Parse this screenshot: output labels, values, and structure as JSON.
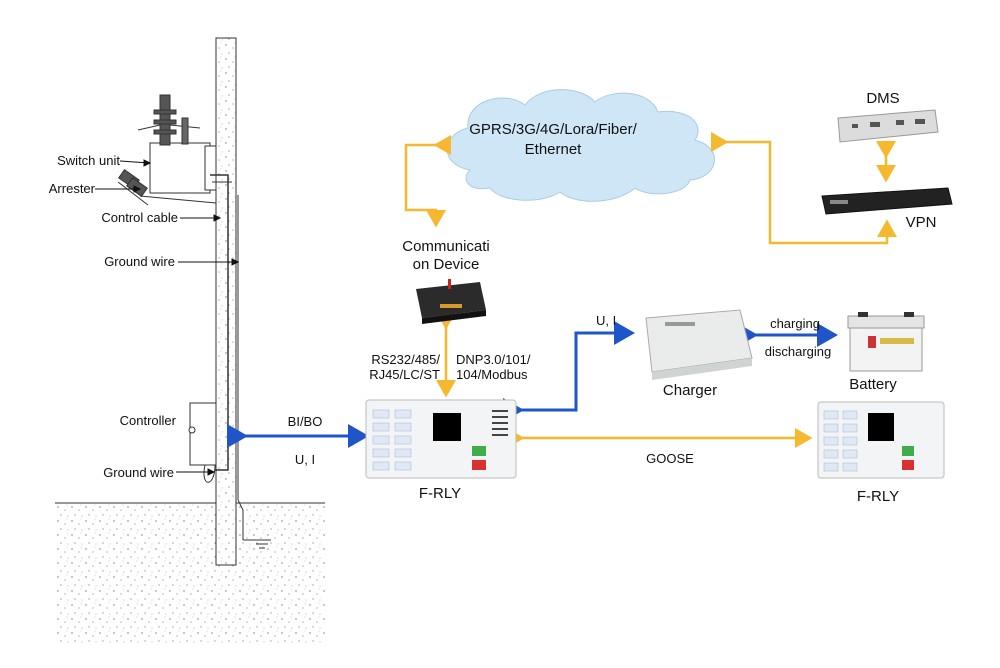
{
  "pole_labels": {
    "switch_unit": "Switch unit",
    "arrester": "Arrester",
    "control_cable": "Control cable",
    "ground_wire_top": "Ground wire",
    "controller": "Controller",
    "ground_wire_bottom": "Ground wire"
  },
  "cloud": {
    "text": "GPRS/3G/4G/Lora/Fiber/Ethernet"
  },
  "communication_device": {
    "title": "Communication Device"
  },
  "links": {
    "rs232": "RS232/485/ RJ45/LC/ST",
    "dnp": "DNP3.0/101/ 104/Modbus",
    "bibo": "BI/BO",
    "ui_left": "U, I",
    "ui_charger": "U, I",
    "goose": "GOOSE",
    "charging": "charging",
    "discharging": "discharging"
  },
  "devices": {
    "frly_left": "F-RLY",
    "frly_right": "F-RLY",
    "charger": "Charger",
    "battery": "Battery",
    "dms": "DMS",
    "vpn": "VPN"
  },
  "colors": {
    "yellow": "#f5b82e",
    "blue": "#1f55c8",
    "cloud": "#cfe6f7"
  }
}
